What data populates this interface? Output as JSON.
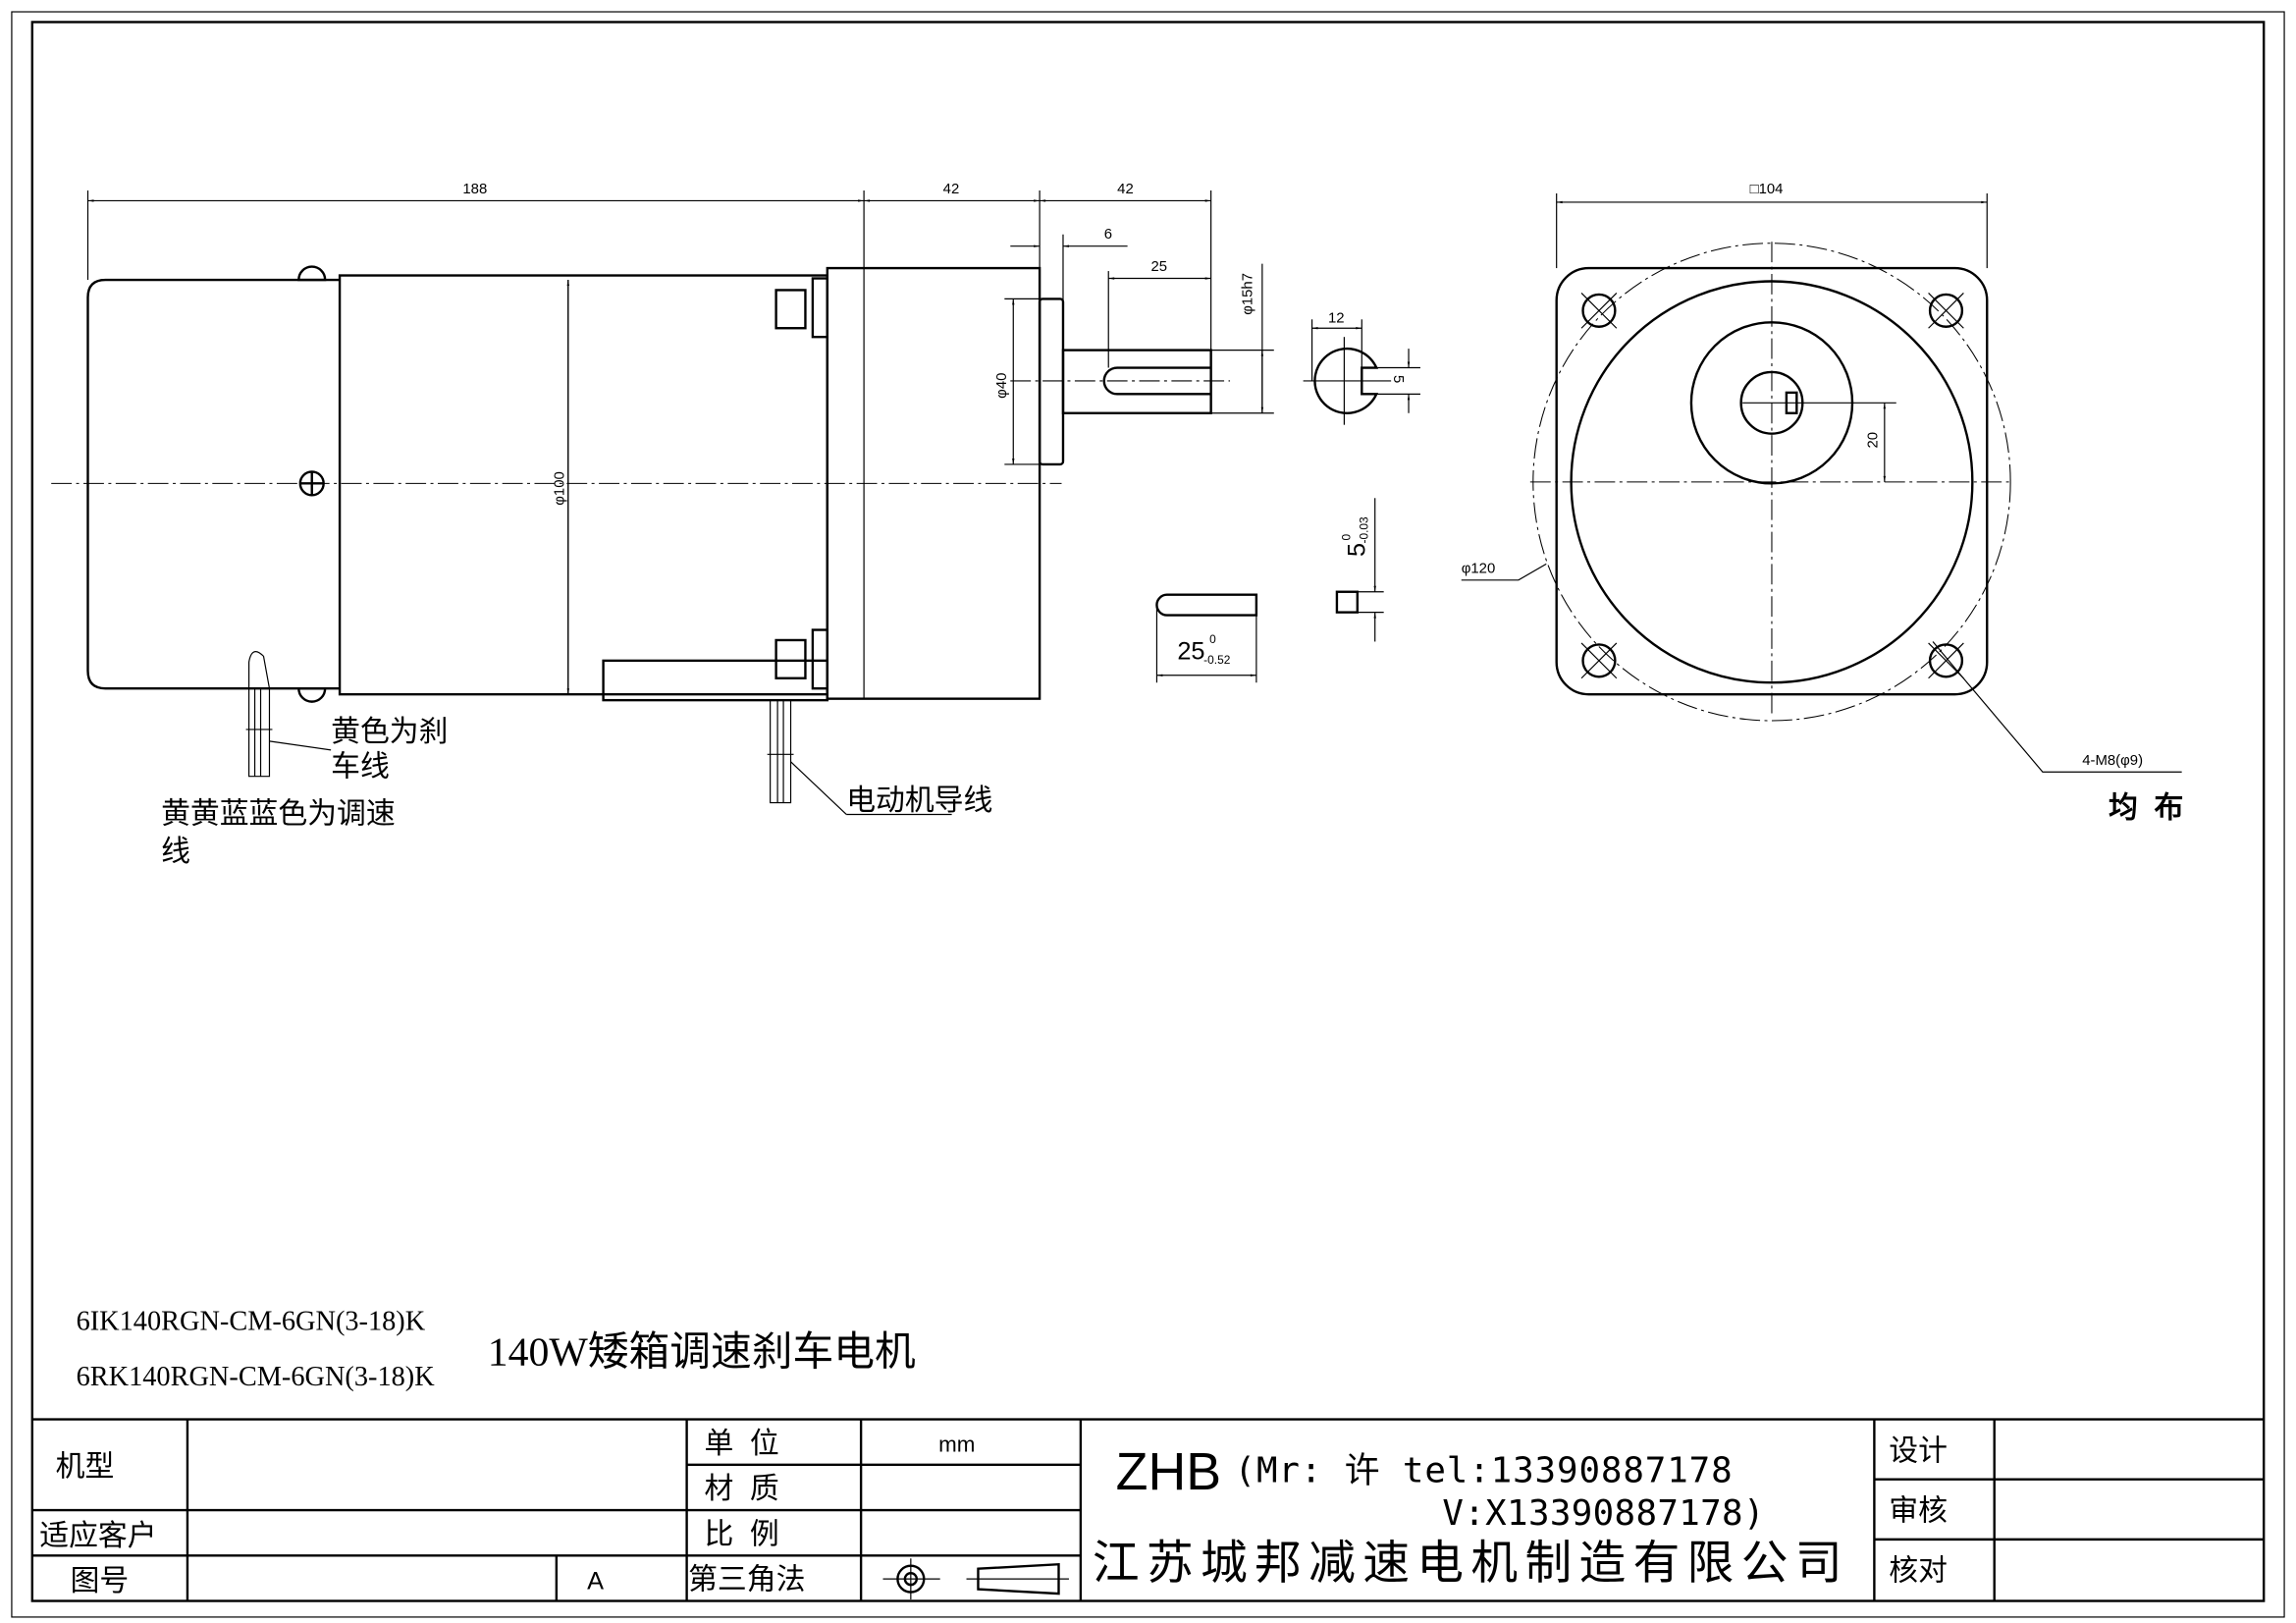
{
  "drawing": {
    "side_view": {
      "dimensions": {
        "total_length": "188",
        "gearbox_length": "42",
        "shaft_length": "42",
        "shoulder": "6",
        "key_length": "25",
        "shaft_diameter": "φ15h7",
        "pilot_diameter": "φ40",
        "body_diameter": "φ100"
      },
      "labels": {
        "brake_wire_line1": "黄色为刹",
        "brake_wire_line2": "车线",
        "speed_wire_line1": "黄黄蓝蓝色为调速",
        "speed_wire_line2": "线",
        "motor_lead": "电动机导线"
      }
    },
    "shaft_section": {
      "width": "12",
      "key_depth": "5"
    },
    "key": {
      "length": "25",
      "length_tol_upper": "0",
      "length_tol_lower": "-0.52",
      "height": "5",
      "height_tol_upper": "0",
      "height_tol_lower": "-0.03"
    },
    "front_view": {
      "square": "□104",
      "offset": "20",
      "pcd": "φ120",
      "holes": "4-M8(φ9)",
      "holes_note": "均  布"
    }
  },
  "models": {
    "model_1": "6IK140RGN-CM-6GN(3-18)K",
    "model_2": "6RK140RGN-CM-6GN(3-18)K",
    "title": "140W矮箱调速刹车电机"
  },
  "title_block": {
    "model_label": "机型",
    "customer_label": "适应客户",
    "drawing_no_label": "图号",
    "revision": "A",
    "unit_label": "单  位",
    "unit_value": "mm",
    "material_label": "材  质",
    "scale_label": "比  例",
    "projection_label": "第三角法",
    "brand": "ZHB",
    "contact_line1": "(Mr: 许 tel:13390887178",
    "contact_line2": "V:X13390887178)",
    "company": "江苏城邦减速电机制造有限公司",
    "design_label": "设计",
    "review_label": "审核",
    "check_label": "核对"
  }
}
